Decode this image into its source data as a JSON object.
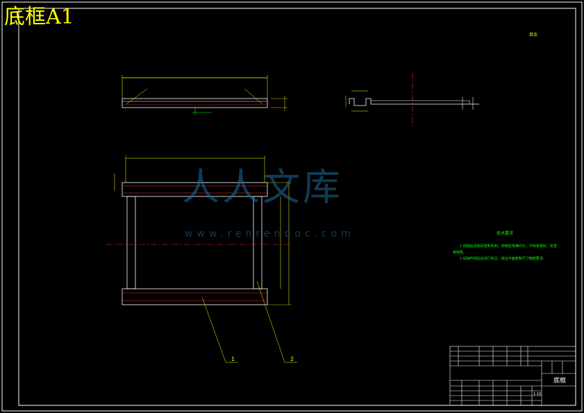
{
  "drawing": {
    "title": "底框A1",
    "roughness_note": "其余",
    "balloons": [
      "1",
      "2"
    ],
    "technical_requirements": {
      "heading": "技术要求",
      "items": [
        "1 焊接后清除焊渣和毛刺，焊缝应饱满均匀，不得有裂纹、夹渣等缺陷。",
        "2 焊接件焊后应进行校正，保证平面度和尺寸精度要求。"
      ]
    },
    "watermark": {
      "text": "人人文库",
      "url": "www.renrendoc.com"
    },
    "title_block": {
      "part_name": "底框",
      "scale": "1:10"
    }
  }
}
